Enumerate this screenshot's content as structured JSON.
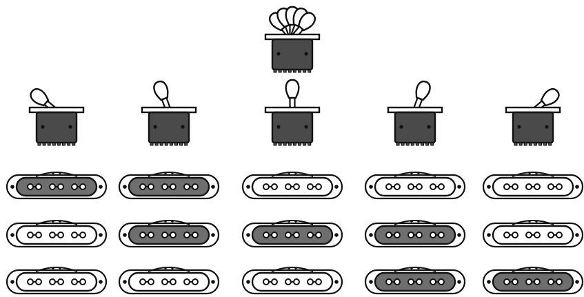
{
  "colors": {
    "outline": "#111111",
    "switch_body": "#4a4a4a",
    "pickup_active": "#6e6e6e",
    "pickup_inactive": "#ffffff",
    "background": "#ffffff"
  },
  "overview_switch": {
    "icon": "five-way-switch-all-positions-icon",
    "lever_angles_deg": [
      -40,
      -20,
      0,
      20,
      40
    ]
  },
  "positions": [
    {
      "position": 1,
      "lever_angle_deg": -50,
      "active_pickups": [
        "neck"
      ]
    },
    {
      "position": 2,
      "lever_angle_deg": -20,
      "active_pickups": [
        "neck",
        "middle"
      ]
    },
    {
      "position": 3,
      "lever_angle_deg": 0,
      "active_pickups": [
        "middle"
      ]
    },
    {
      "position": 4,
      "lever_angle_deg": 20,
      "active_pickups": [
        "middle",
        "bridge"
      ]
    },
    {
      "position": 5,
      "lever_angle_deg": 50,
      "active_pickups": [
        "bridge"
      ]
    }
  ],
  "pickups": [
    "neck",
    "middle",
    "bridge"
  ]
}
